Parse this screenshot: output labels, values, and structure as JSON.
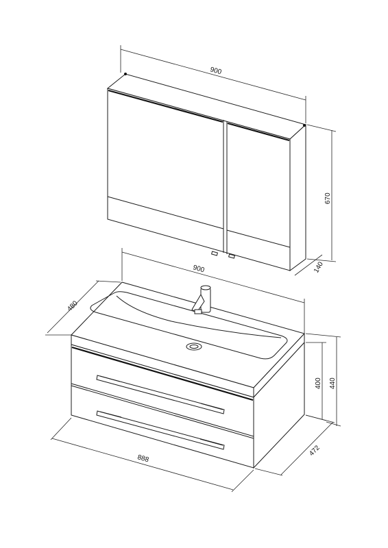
{
  "diagram": {
    "mirror_cabinet": {
      "width_label": "900",
      "height_label": "670",
      "depth_label": "140"
    },
    "vanity": {
      "top_width_label": "900",
      "top_depth_label": "480",
      "body_width_label": "888",
      "body_depth_label": "472",
      "body_height_label": "400",
      "total_height_label": "440"
    }
  }
}
